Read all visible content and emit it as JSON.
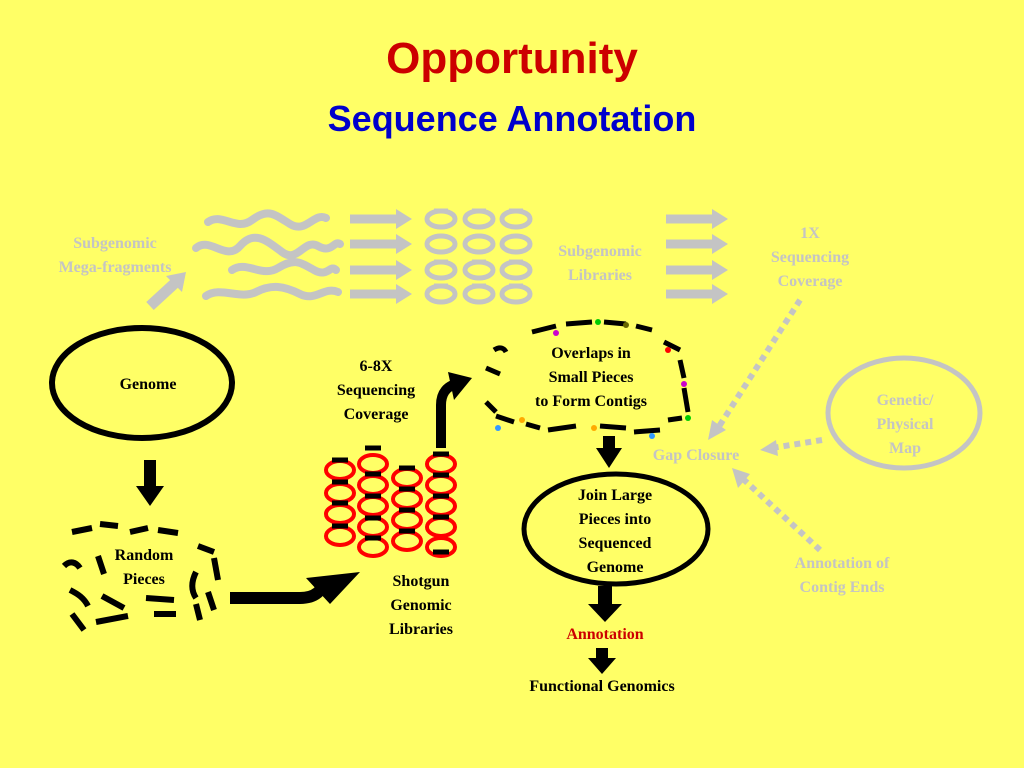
{
  "slide": {
    "title": "Opportunity",
    "subtitle": "Sequence Annotation"
  },
  "labels": {
    "subgenomic_mega": [
      "Subgenomic",
      "Mega-fragments"
    ],
    "subgenomic_libraries": [
      "Subgenomic",
      "Libraries"
    ],
    "one_x_coverage": [
      "1X",
      "Sequencing",
      "Coverage"
    ],
    "genome": "Genome",
    "random_pieces": [
      "Random",
      "Pieces"
    ],
    "six_eight_x": [
      "6-8X",
      "Sequencing",
      "Coverage"
    ],
    "shotgun_libraries": [
      "Shotgun",
      "Genomic",
      "Libraries"
    ],
    "overlaps": [
      "Overlaps in",
      "Small Pieces",
      "to Form Contigs"
    ],
    "gap_closure": "Gap Closure",
    "genetic_map": [
      "Genetic/",
      "Physical",
      "Map"
    ],
    "join_large": [
      "Join Large",
      "Pieces into",
      "Sequenced",
      "Genome"
    ],
    "annotation_contig_ends": [
      "Annotation of",
      "Contig Ends"
    ],
    "annotation": "Annotation",
    "functional_genomics": "Functional Genomics"
  },
  "colors": {
    "background": "#ffff66",
    "title": "#cc0000",
    "subtitle": "#0000cc",
    "faded": "#c4c4c4",
    "annotation": "#cc0000",
    "library_ring": "#ff0000"
  }
}
